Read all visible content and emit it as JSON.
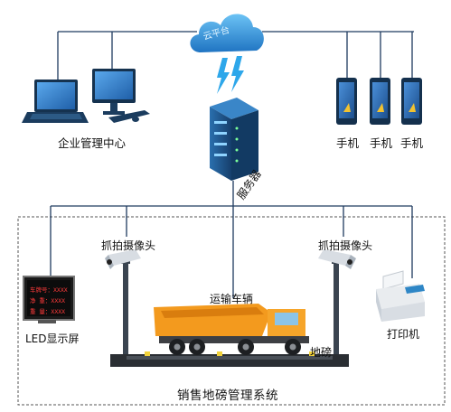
{
  "cloud": {
    "label": "云平台"
  },
  "server": {
    "label": "服务器"
  },
  "enterprise": {
    "label": "企业管理中心"
  },
  "phones": [
    {
      "label": "手机"
    },
    {
      "label": "手机"
    },
    {
      "label": "手机"
    }
  ],
  "cameras": [
    {
      "label": "抓拍摄像头"
    },
    {
      "label": "抓拍摄像头"
    }
  ],
  "truck": {
    "label": "运输车辆"
  },
  "scale": {
    "label": "地磅"
  },
  "led": {
    "label": "LED显示屏",
    "lines": [
      "车牌号：XXXX",
      "净 重：XXXX",
      "重 量：XXXX"
    ]
  },
  "printer": {
    "label": "打印机"
  },
  "system": {
    "title": "销售地磅管理系统"
  },
  "colors": {
    "line": "#1e3a5f",
    "cloud": "#2f8fd6",
    "truck": "#f39a1e",
    "server": "#1f5f9a"
  }
}
